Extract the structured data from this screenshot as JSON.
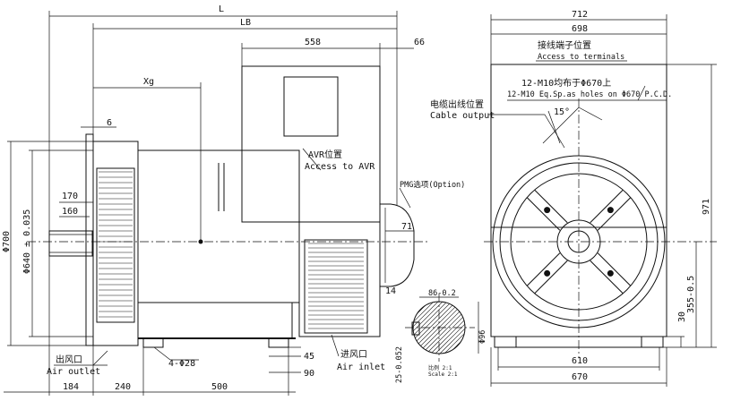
{
  "dims": {
    "L": "L",
    "LB": "LB",
    "d558": "558",
    "d66": "66",
    "Xg": "Xg",
    "d6": "6",
    "d170": "170",
    "d160": "160",
    "phi700": "Φ700",
    "phi640": "Φ640 ± 0.035",
    "d71": "71",
    "d14": "14",
    "d45": "45",
    "d90": "90",
    "d184": "184",
    "d240": "240",
    "d500": "500",
    "d4phi28": "4-Φ28",
    "d712": "712",
    "d698": "698",
    "d971": "971",
    "d610": "610",
    "d670": "670",
    "d30": "30",
    "d355": "355-0.5",
    "d86": "86-0.2",
    "d96": "Φ96",
    "d25": "25-0.052",
    "angle15": "15°"
  },
  "labels": {
    "avr_cn": "AVR位置",
    "avr_en": "Access to AVR",
    "pmg": "PMG选项(Option)",
    "terminals_cn": "接线端子位置",
    "terminals_en": "Access to terminals",
    "holes_cn": "12-M10均布于Φ670上",
    "holes_en": "12-M10 Eq.Sp.as holes on Φ670 P.C.D.",
    "cable_cn": "电缆出线位置",
    "cable_en": "Cable output",
    "air_outlet_cn": "出风口",
    "air_outlet_en": "Air outlet",
    "air_inlet_cn": "进风口",
    "air_inlet_en": "Air inlet",
    "scale_cn": "比例 2:1",
    "scale_en": "Scale 2:1"
  }
}
